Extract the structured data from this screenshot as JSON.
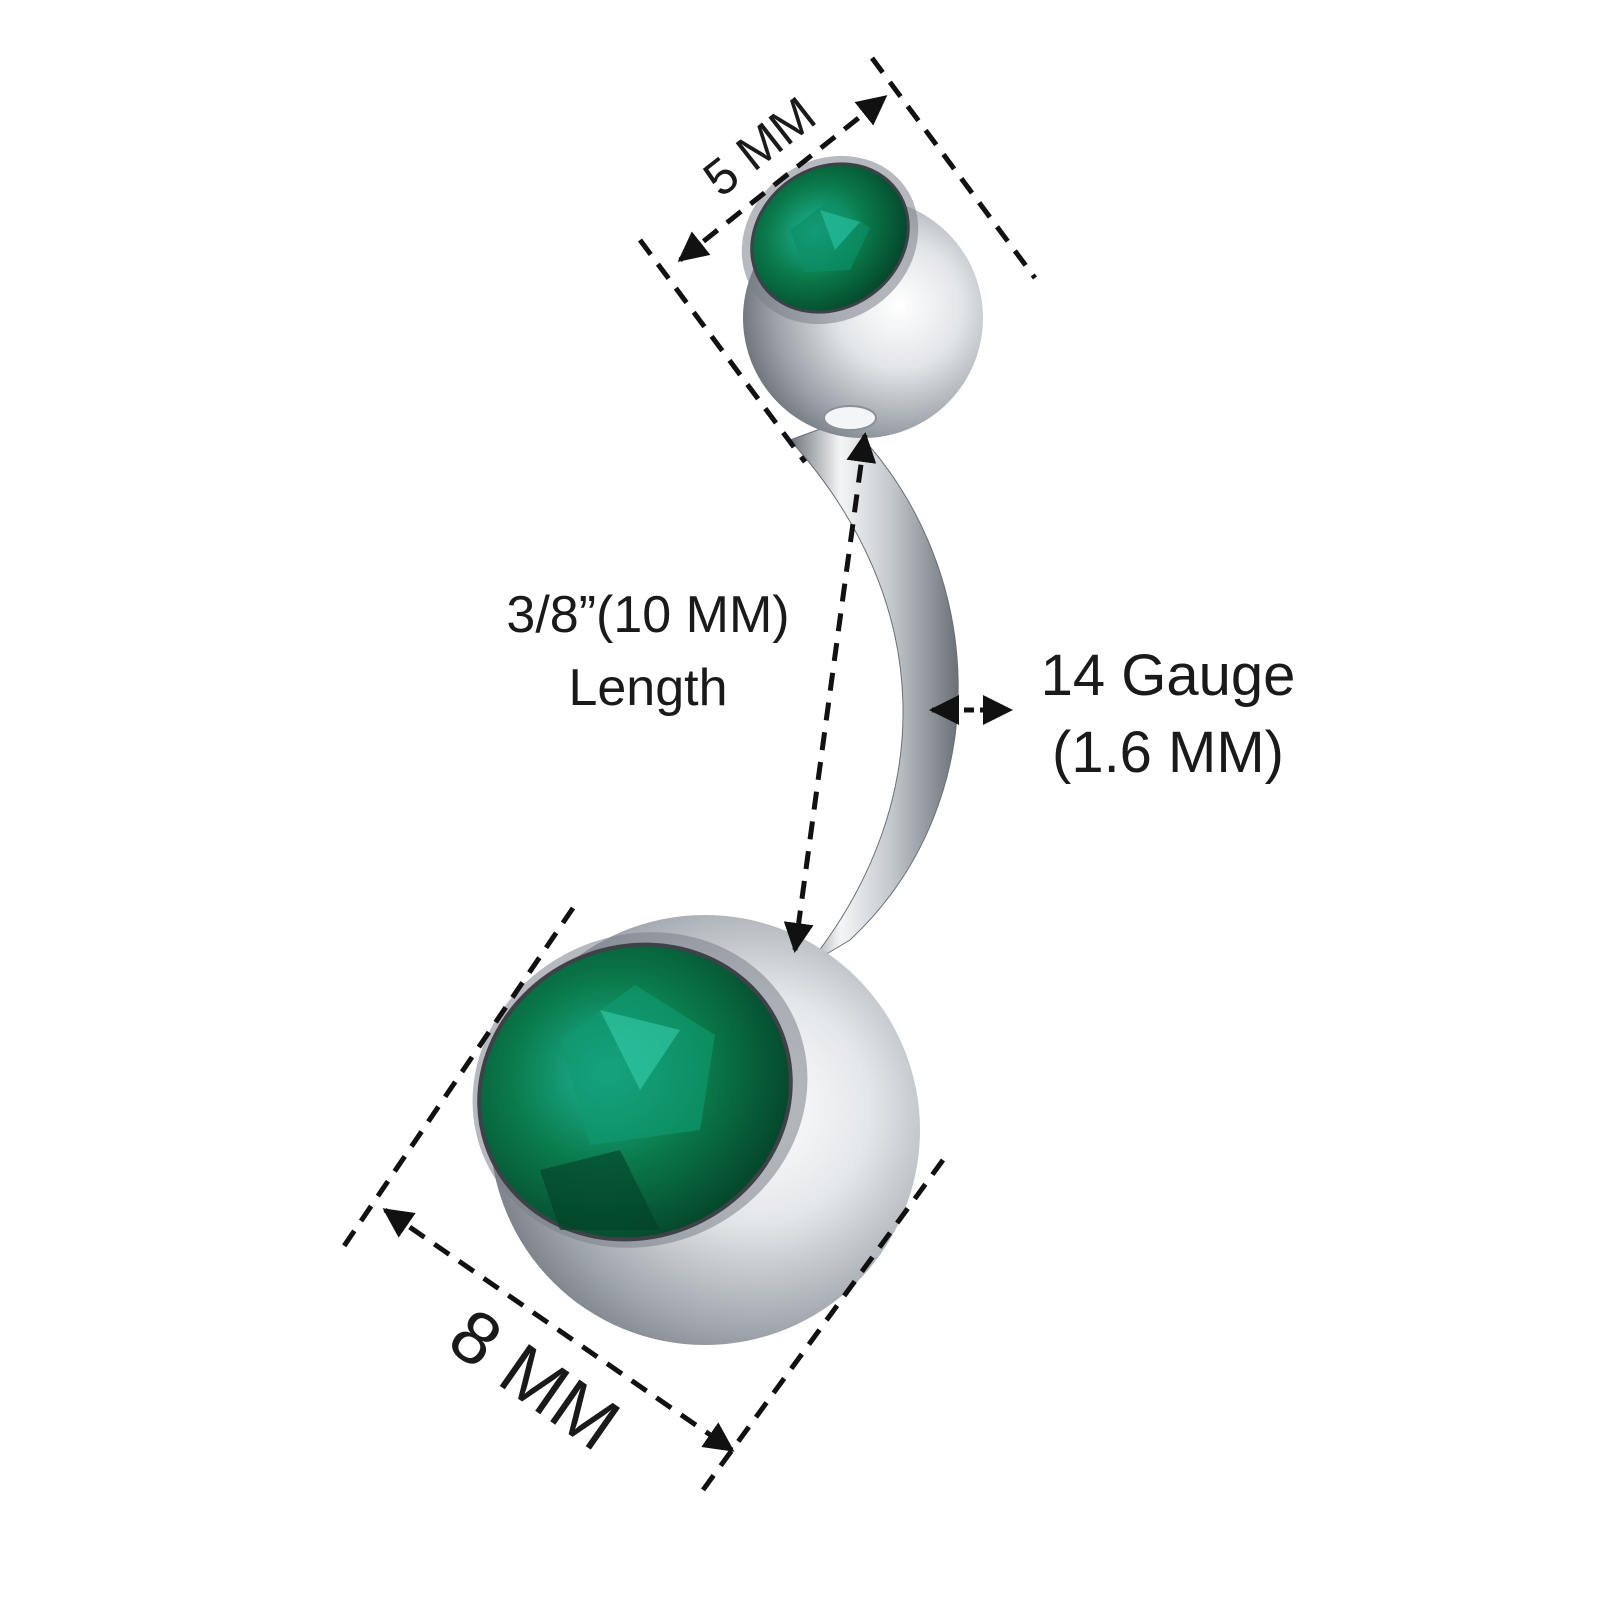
{
  "product": {
    "name": "Curved belly barbell with jeweled balls",
    "gem_color": "#0a7a4a",
    "metal_color": "#c9ced4"
  },
  "dimensions": {
    "top_ball": "5 MM",
    "length_line1": "3/8”(10 MM)",
    "length_line2": "Length",
    "gauge_line1": "14 Gauge",
    "gauge_line2": "(1.6 MM)",
    "bottom_ball": "8 MM"
  },
  "colors": {
    "line": "#111111",
    "text": "#1a1a1a"
  }
}
